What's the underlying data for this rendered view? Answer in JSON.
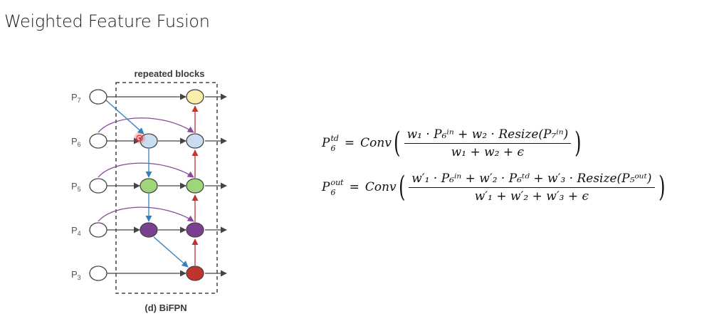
{
  "title": "Weighted Feature Fusion",
  "diagram": {
    "header": "repeated blocks",
    "caption": "(d) BiFPN",
    "levels": [
      {
        "main": "P",
        "sub": "7"
      },
      {
        "main": "P",
        "sub": "6"
      },
      {
        "main": "P",
        "sub": "5"
      },
      {
        "main": "P",
        "sub": "4"
      },
      {
        "main": "P",
        "sub": "3"
      }
    ],
    "colors": {
      "p7": "#fbeeaa",
      "p6": "#c9dcf0",
      "p5": "#9fd67a",
      "p4": "#7b3f8f",
      "p3": "#c0332e",
      "input": "#ffffff",
      "blue_arrow": "#2f7fc1",
      "red_arrow": "#c0332e",
      "purple_arrow": "#8a4a9a",
      "gray_arrow": "#444444",
      "cursor": "#e53935"
    }
  },
  "equations": {
    "eq1": {
      "lhs": "P",
      "lhs_sup": "td",
      "lhs_sub": "6",
      "conv": "Conv",
      "numerator": "w₁ · P₆ⁱⁿ + w₂ · Resize(P₇ⁱⁿ)",
      "denominator": "w₁ + w₂ + ϵ"
    },
    "eq2": {
      "lhs": "P",
      "lhs_sup": "out",
      "lhs_sub": "6",
      "conv": "Conv",
      "numerator": "w′₁ · P₆ⁱⁿ + w′₂ · P₆ᵗᵈ + w′₃ · Resize(P₅ᵒᵘᵗ)",
      "denominator": "w′₁ + w′₂ + w′₃ + ϵ"
    }
  }
}
